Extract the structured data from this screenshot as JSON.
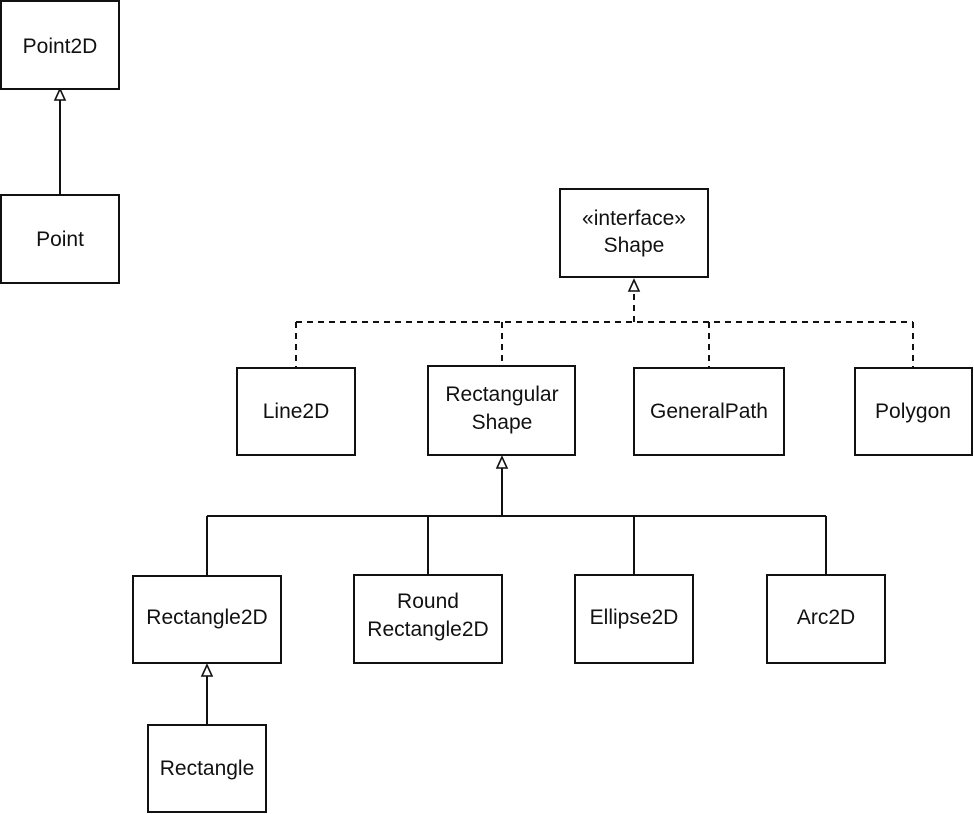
{
  "nodes": {
    "point2d": {
      "lines": [
        "Point2D"
      ]
    },
    "point": {
      "lines": [
        "Point"
      ]
    },
    "shape": {
      "lines": [
        "«interface»",
        "Shape"
      ]
    },
    "line2d": {
      "lines": [
        "Line2D"
      ]
    },
    "rectangular_shape": {
      "lines": [
        "Rectangular",
        "Shape"
      ]
    },
    "general_path": {
      "lines": [
        "GeneralPath"
      ]
    },
    "polygon": {
      "lines": [
        "Polygon"
      ]
    },
    "rectangle2d": {
      "lines": [
        "Rectangle2D"
      ]
    },
    "round_rectangle2d": {
      "lines": [
        "Round",
        "Rectangle2D"
      ]
    },
    "ellipse2d": {
      "lines": [
        "Ellipse2D"
      ]
    },
    "arc2d": {
      "lines": [
        "Arc2D"
      ]
    },
    "rectangle": {
      "lines": [
        "Rectangle"
      ]
    }
  },
  "edges": [
    {
      "from": "point",
      "to": "point2d",
      "kind": "generalization"
    },
    {
      "from": "line2d",
      "to": "shape",
      "kind": "realization"
    },
    {
      "from": "rectangular_shape",
      "to": "shape",
      "kind": "realization"
    },
    {
      "from": "general_path",
      "to": "shape",
      "kind": "realization"
    },
    {
      "from": "polygon",
      "to": "shape",
      "kind": "realization"
    },
    {
      "from": "rectangle2d",
      "to": "rectangular_shape",
      "kind": "generalization"
    },
    {
      "from": "round_rectangle2d",
      "to": "rectangular_shape",
      "kind": "generalization"
    },
    {
      "from": "ellipse2d",
      "to": "rectangular_shape",
      "kind": "generalization"
    },
    {
      "from": "arc2d",
      "to": "rectangular_shape",
      "kind": "generalization"
    },
    {
      "from": "rectangle",
      "to": "rectangle2d",
      "kind": "generalization"
    }
  ]
}
